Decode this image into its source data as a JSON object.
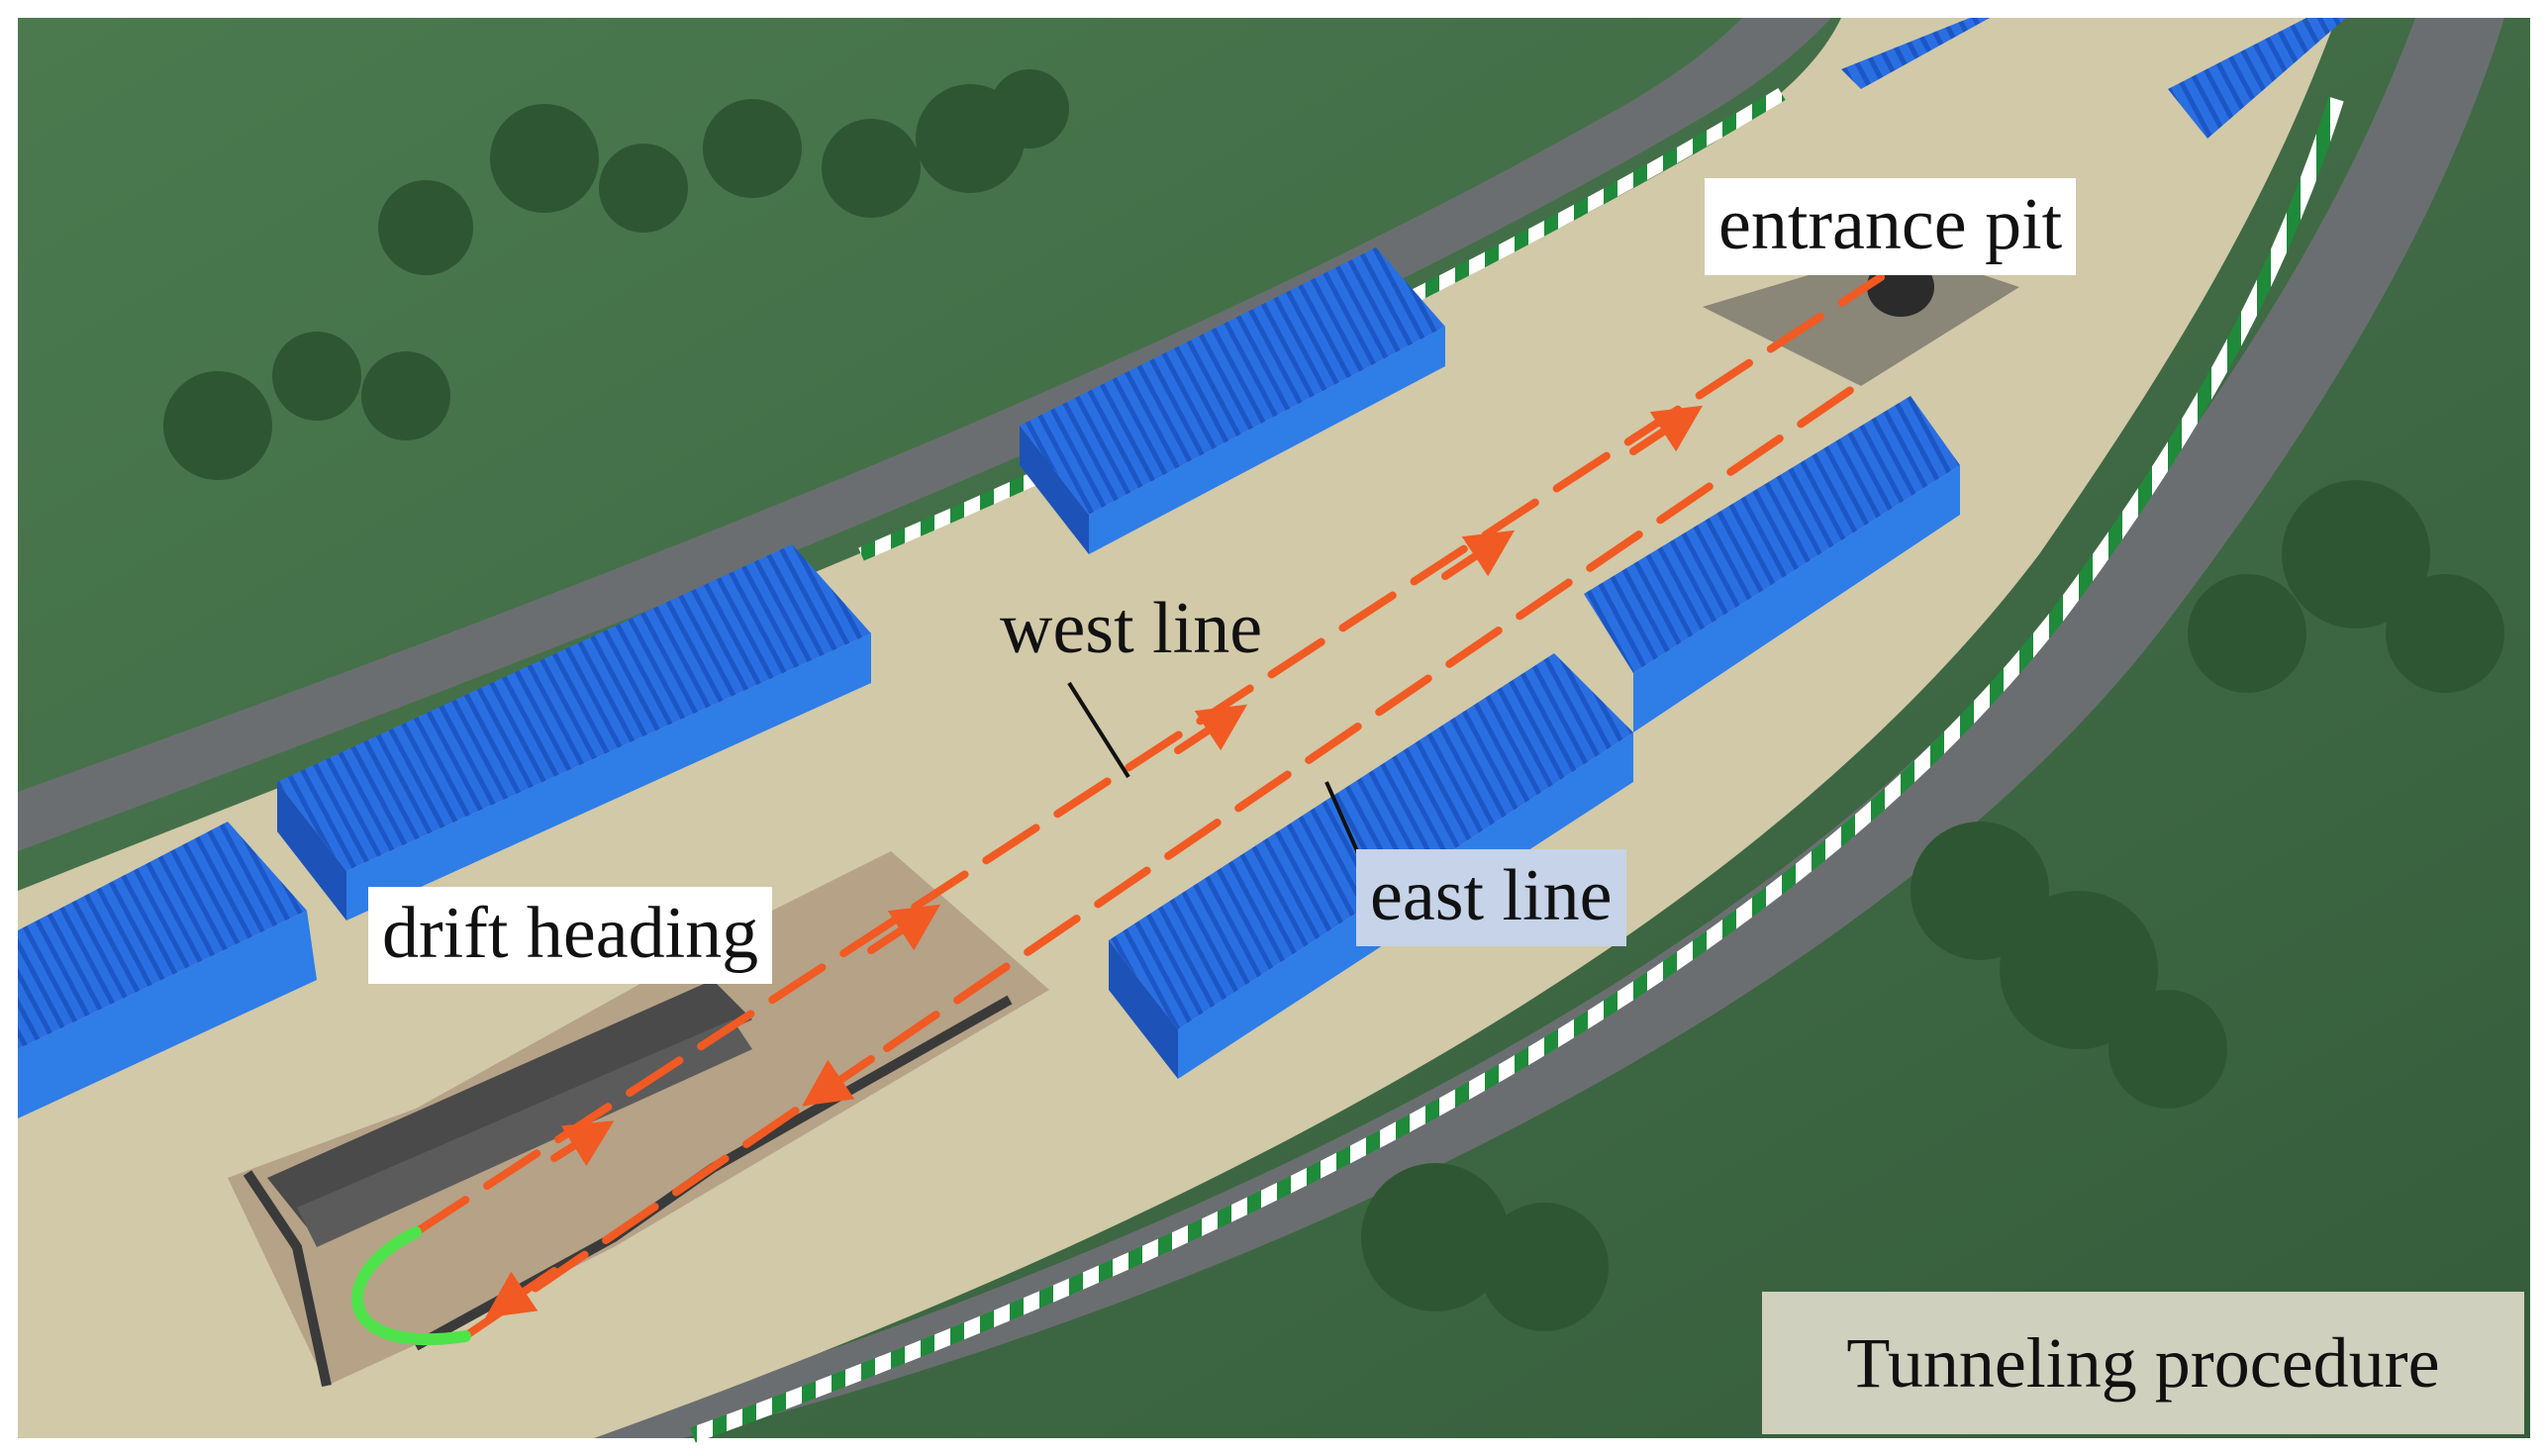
{
  "labels": {
    "entrance_pit": "entrance pit",
    "west_line": "west line",
    "drift_heading": "drift heading",
    "east_line": "east line",
    "caption": "Tunneling procedure"
  },
  "colors": {
    "grass": "#3f6b45",
    "road": "#6c6f70",
    "site_ground": "#cfc7a6",
    "excavation": "#b8a68c",
    "shed_roof": "#1f63d8",
    "shed_wall": "#2f7de6",
    "route": "#f15a22",
    "route_curve": "#4ee34a",
    "fence_green": "#1f8a3a",
    "caption_bg": "#cfd0bd",
    "east_label_bg": "#c6d3e8"
  }
}
